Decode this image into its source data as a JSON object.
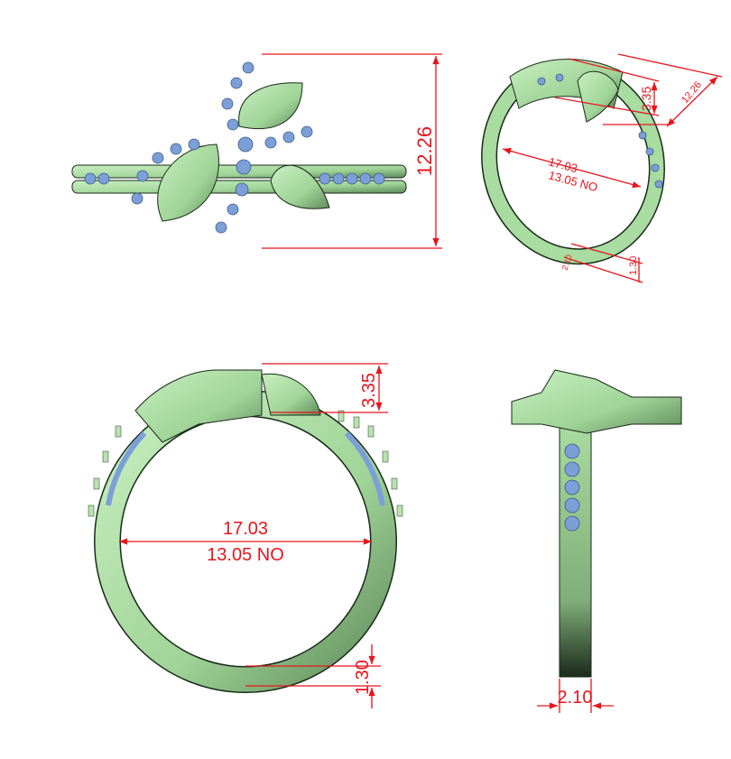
{
  "colors": {
    "metal": "#a8dca0",
    "stone": "#7c9fd8",
    "dimension": "#e8141c"
  },
  "views": {
    "front": {
      "height": "12.26"
    },
    "perspective": {
      "height": "12.26",
      "top_height": "3.35",
      "inner_diameter": "17.03",
      "ring_size": "13.05 NO",
      "shank_thickness": "1.30",
      "shank_width": "2.10"
    },
    "side": {
      "top_height": "3.35",
      "inner_diameter": "17.03",
      "ring_size": "13.05 NO",
      "shank_thickness": "1.30"
    },
    "end": {
      "shank_width": "2.10"
    }
  }
}
